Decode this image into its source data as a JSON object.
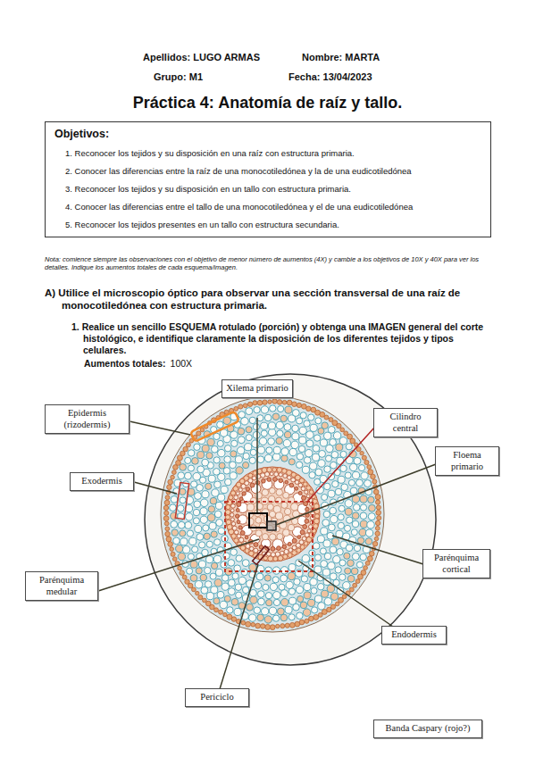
{
  "diagram": {
    "title": "Práctica 4: Anatomía de raíz y tallo.",
    "nodes": [
      {
        "text": [
          "Objetivos:",
          "1. Reconocer los tejidos y su disposición en una raíz con estructura primaria.",
          "2. Conocer las diferencias entre la raíz de una monocotiledónea y la de una eudicotiledónea",
          "3. Reconocer los tejidos y su disposición en un tallo con estructura primaria.",
          "4. Conocer las diferencias entre el tallo de una monocotiledónea y el de una eudicotiledónea",
          "5. Reconocer los tejidos presentes en un tallo con estructura secundaria."
        ]
      },
      {
        "text": [
          "Xilema primario"
        ]
      },
      {
        "text": [
          "Epidermis (rizodermis)"
        ]
      },
      {
        "text": [
          "Cilindro central"
        ]
      },
      {
        "text": [
          "Floema primario"
        ]
      },
      {
        "text": [
          "Exodermis"
        ]
      },
      {
        "text": [
          "Parénquima cortical"
        ]
      },
      {
        "text": [
          "Parénquima medular"
        ]
      },
      {
        "text": [
          "Endodermis"
        ]
      },
      {
        "text": [
          "Periciclo"
        ]
      },
      {
        "text": [
          "Banda Caspary (rojo?)"
        ]
      }
    ],
    "labels": [
      "Apellidos: LUGO ARMAS",
      "Nombre: MARTA",
      "Grupo: M1",
      "Fecha: 13/04/2023",
      "Nota: comience siempre las observaciones con el objetivo de menor número de aumentos (4X) y cambie a los objetivos de 10X y 40X para ver los detalles. Indique los aumentos totales de cada esquema/imagen.",
      "A) Utilice el microscopio óptico para observar una sección transversal de una raíz de monocotiledónea con estructura primaria.",
      "1. Realice un sencillo ESQUEMA rotulado (porción) y obtenga una IMAGEN general del corte histológico, e identifique claramente la disposición de los diferentes tejidos y tipos celulares.",
      "Aumentos totales:",
      "100X"
    ]
  }
}
